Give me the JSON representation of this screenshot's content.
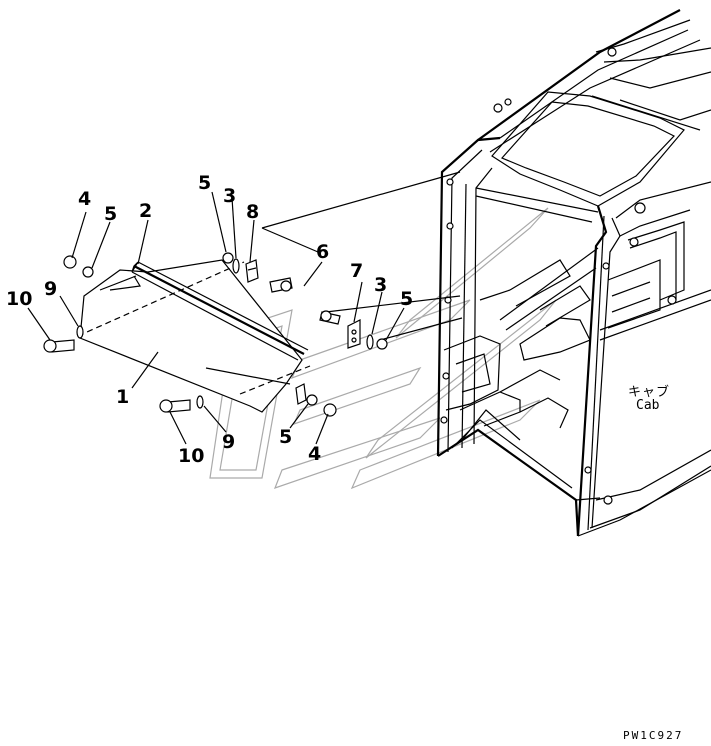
{
  "callouts": [
    {
      "id": "c4a",
      "label": "4"
    },
    {
      "id": "c5a",
      "label": "5"
    },
    {
      "id": "c2",
      "label": "2"
    },
    {
      "id": "c5b",
      "label": "5"
    },
    {
      "id": "c3a",
      "label": "3"
    },
    {
      "id": "c8",
      "label": "8"
    },
    {
      "id": "c6",
      "label": "6"
    },
    {
      "id": "c7",
      "label": "7"
    },
    {
      "id": "c3b",
      "label": "3"
    },
    {
      "id": "c5c",
      "label": "5"
    },
    {
      "id": "c10a",
      "label": "10"
    },
    {
      "id": "c9a",
      "label": "9"
    },
    {
      "id": "c1",
      "label": "1"
    },
    {
      "id": "c10b",
      "label": "10"
    },
    {
      "id": "c9b",
      "label": "9"
    },
    {
      "id": "c5d",
      "label": "5"
    },
    {
      "id": "c4b",
      "label": "4"
    }
  ],
  "cab_label_jp": "キャブ",
  "cab_label_en": "Cab",
  "drawing_code": "PW1C927"
}
